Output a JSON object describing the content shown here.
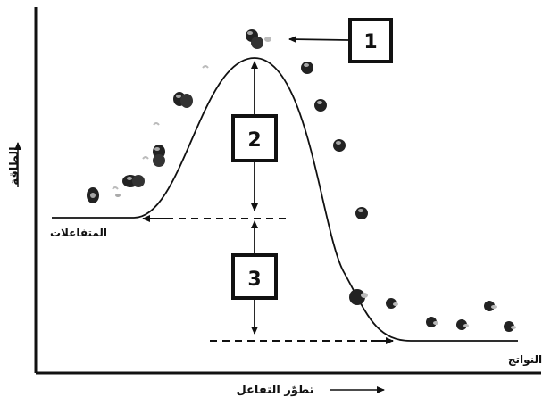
{
  "axes": {
    "y_label": "الطاقة",
    "x_label": "تطوّر التفاعل"
  },
  "curve_labels": {
    "reactants": "المتفاعلات",
    "products": "النواتج"
  },
  "markers": {
    "box_1": "1",
    "box_2": "2",
    "box_3": "3"
  }
}
